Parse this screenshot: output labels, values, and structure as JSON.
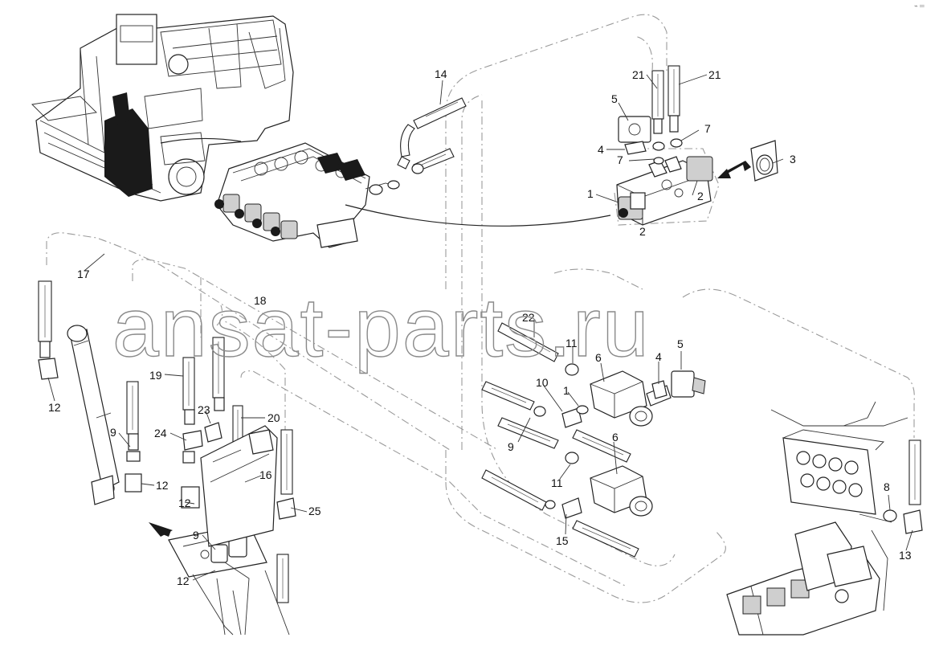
{
  "diagram": {
    "watermark": "ansat-parts.ru",
    "corner_mark": "⌁ ═",
    "callouts": [
      {
        "id": "c14",
        "label": "14"
      },
      {
        "id": "c21a",
        "label": "21"
      },
      {
        "id": "c21b",
        "label": "21"
      },
      {
        "id": "c5a",
        "label": "5"
      },
      {
        "id": "c7a",
        "label": "7"
      },
      {
        "id": "c4a",
        "label": "4"
      },
      {
        "id": "c7b",
        "label": "7"
      },
      {
        "id": "c3",
        "label": "3"
      },
      {
        "id": "c1a",
        "label": "1"
      },
      {
        "id": "c2a",
        "label": "2"
      },
      {
        "id": "c2b",
        "label": "2"
      },
      {
        "id": "c17",
        "label": "17"
      },
      {
        "id": "c18",
        "label": "18"
      },
      {
        "id": "c22",
        "label": "22"
      },
      {
        "id": "c11a",
        "label": "11"
      },
      {
        "id": "c6a",
        "label": "6"
      },
      {
        "id": "c4b",
        "label": "4"
      },
      {
        "id": "c5b",
        "label": "5"
      },
      {
        "id": "c10",
        "label": "10"
      },
      {
        "id": "c1b",
        "label": "1"
      },
      {
        "id": "c9a",
        "label": "9"
      },
      {
        "id": "c6b",
        "label": "6"
      },
      {
        "id": "c11b",
        "label": "11"
      },
      {
        "id": "c15",
        "label": "15"
      },
      {
        "id": "c12a",
        "label": "12"
      },
      {
        "id": "c19",
        "label": "19"
      },
      {
        "id": "c23",
        "label": "23"
      },
      {
        "id": "c20",
        "label": "20"
      },
      {
        "id": "c24",
        "label": "24"
      },
      {
        "id": "c9b",
        "label": "9"
      },
      {
        "id": "c12b",
        "label": "12"
      },
      {
        "id": "c16",
        "label": "16"
      },
      {
        "id": "c12c",
        "label": "12"
      },
      {
        "id": "c25",
        "label": "25"
      },
      {
        "id": "c9c",
        "label": "9"
      },
      {
        "id": "c12d",
        "label": "12"
      },
      {
        "id": "c8",
        "label": "8"
      },
      {
        "id": "c13",
        "label": "13"
      }
    ]
  }
}
